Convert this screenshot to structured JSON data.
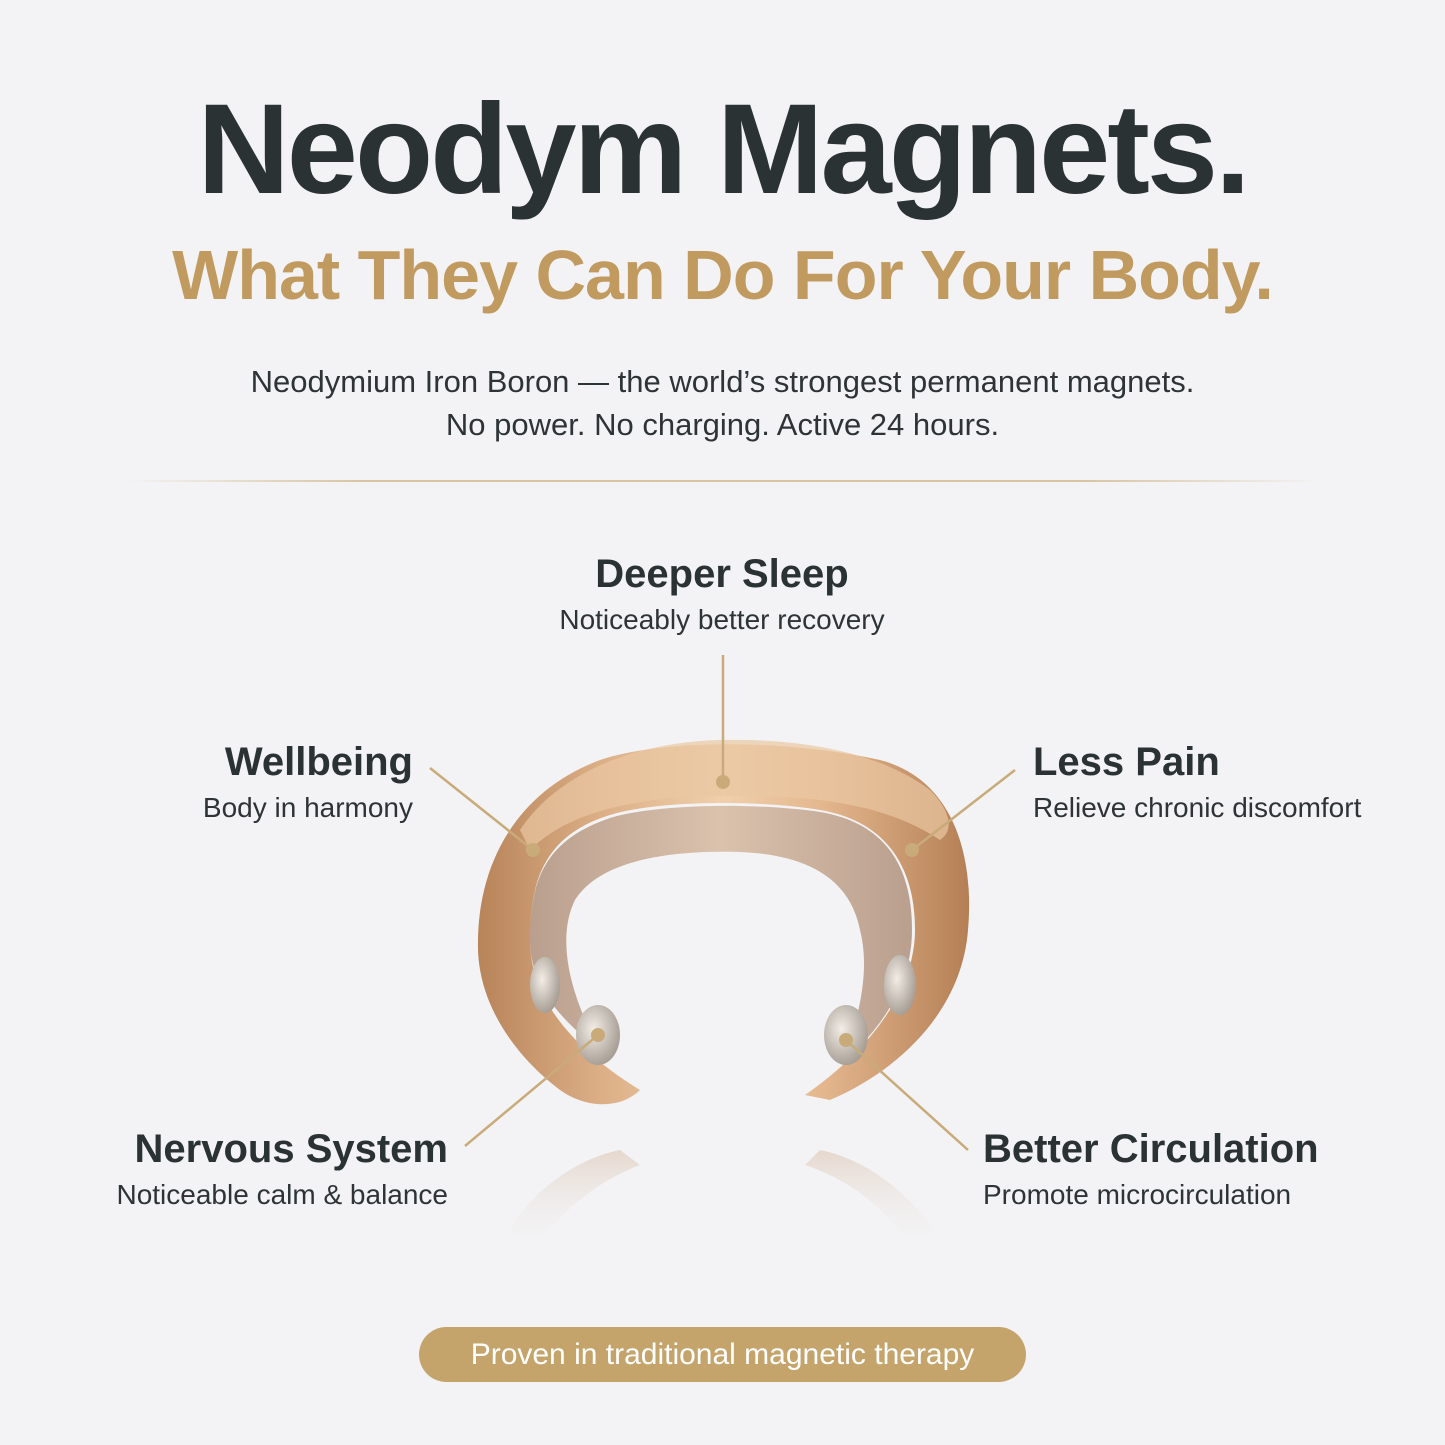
{
  "header": {
    "title": "Neodym Magnets.",
    "subtitle": "What They Can Do For Your Body.",
    "description_line1": "Neodymium Iron Boron — the world’s strongest permanent magnets.",
    "description_line2": "No power. No charging. Active 24 hours."
  },
  "benefits": [
    {
      "title": "Deeper Sleep",
      "description": "Noticeably better recovery"
    },
    {
      "title": "Wellbeing",
      "description": "Body in harmony"
    },
    {
      "title": "Less Pain",
      "description": "Relieve chronic discomfort"
    },
    {
      "title": "Nervous System",
      "description": "Noticeable calm & balance"
    },
    {
      "title": "Better Circulation",
      "description": "Promote microcirculation"
    }
  ],
  "badge": {
    "label": "Proven in traditional magnetic therapy"
  },
  "colors": {
    "title": "#2b3233",
    "accent_gold": "#c09a5f",
    "badge": "#c5a46c",
    "background": "#f3f3f5"
  }
}
